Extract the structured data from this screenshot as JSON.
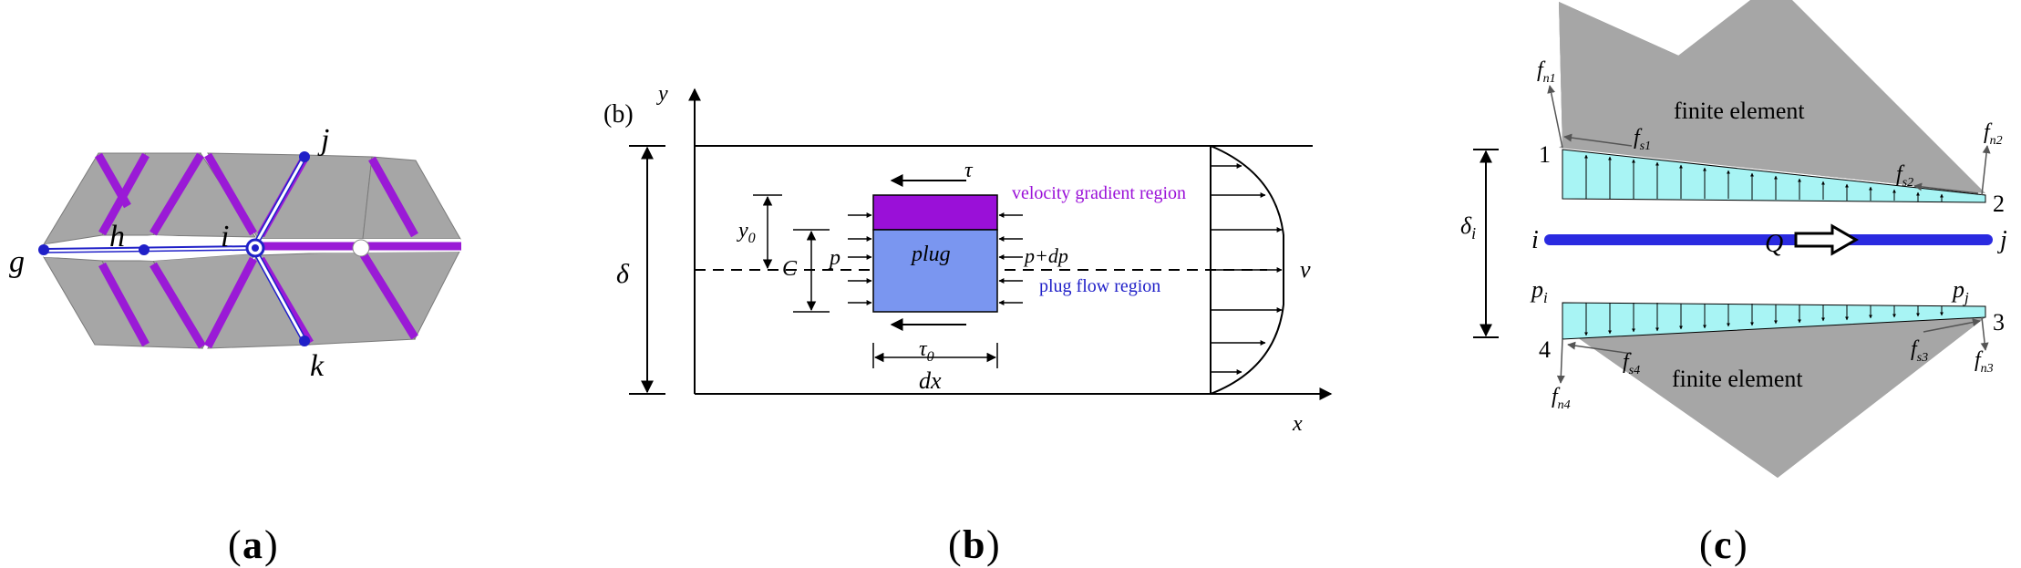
{
  "panel_a": {
    "labels": {
      "g": "g",
      "h": "h",
      "i": "i",
      "j": "j",
      "k": "k"
    },
    "caption": {
      "open": "(",
      "letter": "a",
      "close": ")"
    }
  },
  "panel_b": {
    "tag": "(b)",
    "axis_y": "y",
    "axis_x": "x",
    "delta": "δ",
    "y0_main": "y",
    "y0_sub": "0",
    "C": "C",
    "tau": "τ",
    "tau0_main": "τ",
    "tau0_sub": "0",
    "plug": "plug",
    "p": "p",
    "p_dp": "p+dp",
    "dx": "dx",
    "velocity_region": "velocity gradient region",
    "plug_region": "plug flow region",
    "v": "v",
    "caption": {
      "open": "(",
      "letter": "b",
      "close": ")"
    }
  },
  "panel_c": {
    "finite_top": "finite element",
    "finite_bottom": "finite element",
    "n1": "1",
    "n2": "2",
    "n3": "3",
    "n4": "4",
    "fn1_main": "f",
    "fn1_sub": "n1",
    "fn2_main": "f",
    "fn2_sub": "n2",
    "fn3_main": "f",
    "fn3_sub": "n3",
    "fn4_main": "f",
    "fn4_sub": "n4",
    "fs1_main": "f",
    "fs1_sub": "s1",
    "fs2_main": "f",
    "fs2_sub": "s2",
    "fs3_main": "f",
    "fs3_sub": "s3",
    "fs4_main": "f",
    "fs4_sub": "s4",
    "delta_main": "δ",
    "delta_sub": "i",
    "i": "i",
    "j": "j",
    "Q": "Q",
    "pi_main": "p",
    "pi_sub": "i",
    "pj_main": "p",
    "pj_sub": "j",
    "caption": {
      "open": "(",
      "letter": "c",
      "close": ")"
    }
  },
  "colors": {
    "element_gray": "#a6a6a6",
    "fracture_purple": "#9a1ad6",
    "node_blue": "#2020c8",
    "plug_blue": "#7a96f0",
    "gradient_purple": "#9a10d8",
    "region_purple_text": "#9a10d8",
    "region_blue_text": "#2020c8",
    "aperture_cyan": "#a8f4f4",
    "flow_line_blue": "#2a2ae0"
  }
}
